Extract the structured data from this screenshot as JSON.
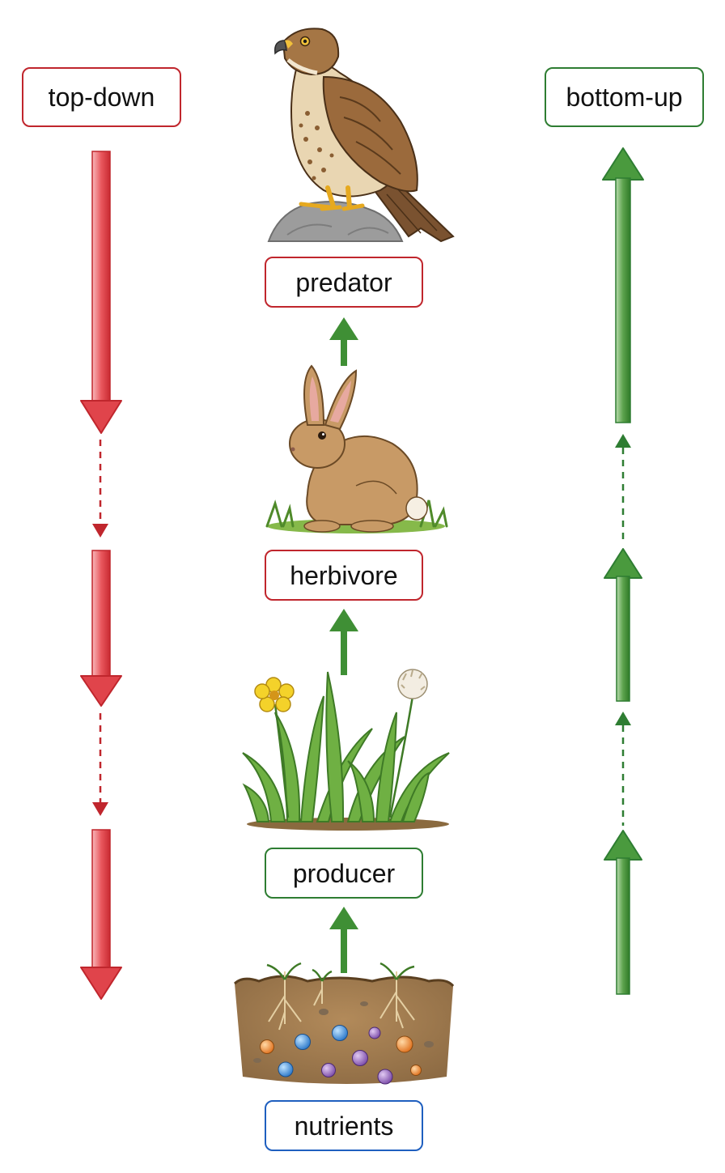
{
  "labels": {
    "top_down": "top-down",
    "bottom_up": "bottom-up",
    "predator": "predator",
    "herbivore": "herbivore",
    "producer": "producer",
    "nutrients": "nutrients"
  },
  "colors": {
    "top_down_red": "#d9333b",
    "bottom_up_green": "#3f8f35",
    "predator_box": "#c0262d",
    "herbivore_box": "#c0262d",
    "producer_box": "#2e7d32",
    "nutrients_box": "#1f5fbf",
    "flow_arrow": "#3f8f35"
  },
  "icons": {
    "predator": "hawk-icon",
    "herbivore": "rabbit-icon",
    "producer": "grass-flowers-icon",
    "nutrients": "soil-nutrients-icon"
  }
}
